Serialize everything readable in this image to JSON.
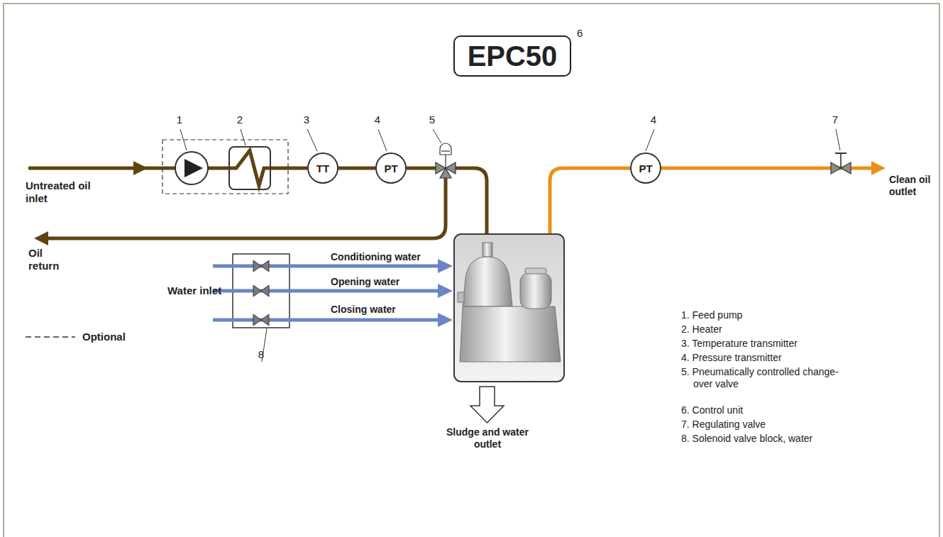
{
  "diagram": {
    "nodes": [
      {
        "text": [
          "EPC50"
        ]
      },
      {
        "text": [
          "TT"
        ]
      },
      {
        "text": [
          "PT"
        ]
      },
      {
        "text": [
          "PT"
        ]
      }
    ],
    "edges": [
      {
        "from": 1,
        "to": 2,
        "arrow": "none"
      }
    ],
    "labels": [
      "1",
      "2",
      "3",
      "4",
      "5",
      "6",
      "4",
      "7",
      "8",
      "Untreated oil inlet",
      "Oil return",
      "Water inlet",
      "Conditioning water",
      "Opening water",
      "Closing water",
      "Sludge and water outlet",
      "Clean oil outlet",
      "1. Feed pump",
      "2. Heater",
      "3. Temperature transmitter",
      "4. Pressure transmitter",
      "5. Pneumatically controlled change-over valve",
      "6. Control unit",
      "7. Regulating valve",
      "8. Solenoid valve block, water"
    ],
    "legend": [
      {
        "text": "Optional"
      }
    ]
  }
}
